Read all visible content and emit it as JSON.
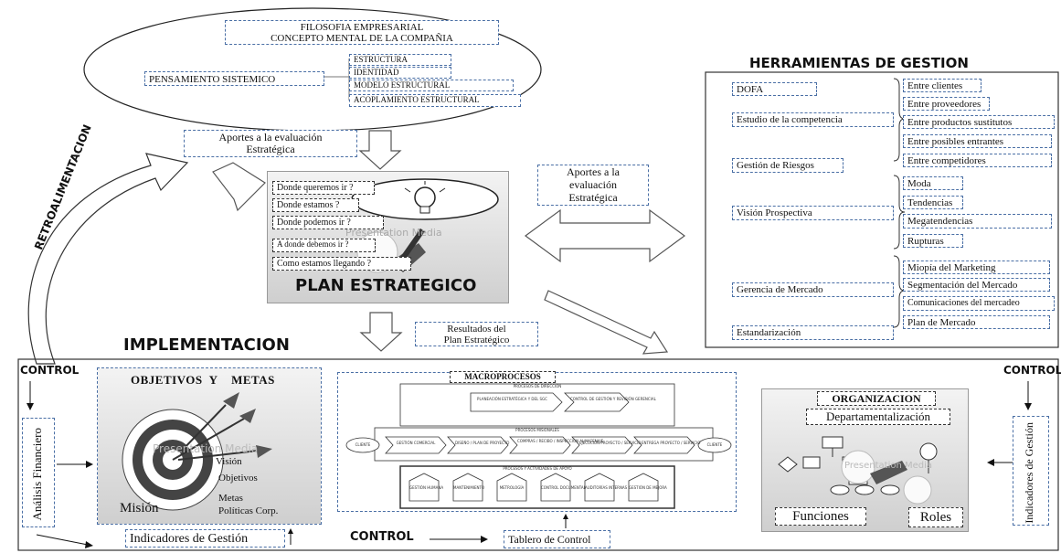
{
  "philosophy": {
    "title_line1": "FILOSOFIA EMPRESARIAL",
    "title_line2": "CONCEPTO MENTAL DE LA COMPAÑIA",
    "systemic": "PENSAMIENTO SISTEMICO",
    "items": [
      "ESTRUCTURA",
      "IDENTIDAD",
      "MODELO ESTRUCTURAL",
      "ACOPLAMIENTO ESTRUCTURAL"
    ]
  },
  "contributions_left": {
    "line1": "Aportes a la  evaluación",
    "line2": "Estratégica"
  },
  "contributions_right": {
    "line1": "Aportes a la",
    "line2": "evaluación",
    "line3": "Estratégica"
  },
  "feedback_label": "RETROALIMENTACION",
  "plan": {
    "title": "PLAN ESTRATEGICO",
    "questions": [
      "Donde queremos ir ?",
      "Donde estamos ?",
      "Donde podemos ir ?",
      "A donde debemos ir ?",
      "Como estamos llegando ?"
    ],
    "watermark": "Presentation Media"
  },
  "results": {
    "line1": "Resultados del",
    "line2": "Plan Estratégico"
  },
  "tools": {
    "title": "HERRAMIENTAS DE GESTION",
    "groups": [
      {
        "label": "DOFA",
        "subs": []
      },
      {
        "label": "Estudio de la competencia",
        "subs": [
          "Entre clientes",
          "Entre proveedores",
          "Entre productos sustitutos",
          "Entre posibles entrantes",
          "Entre competidores"
        ]
      },
      {
        "label": "Gestión de Riesgos",
        "subs": []
      },
      {
        "label": "Visión Prospectiva",
        "subs": [
          "Moda",
          "Tendencias",
          "Megatendencias",
          "Rupturas"
        ]
      },
      {
        "label": "Gerencia de Mercado",
        "subs": [
          "Miopía del Marketing",
          "Segmentación del Mercado",
          "Comunicaciones del mercadeo",
          "Plan de Mercado"
        ]
      },
      {
        "label": "Estandarización",
        "subs": []
      }
    ]
  },
  "implementation": {
    "title": "IMPLEMENTACION",
    "control_left": "CONTROL",
    "control_right": "CONTROL",
    "control_bottom": "CONTROL",
    "financial": "Análisis Financiero",
    "indicators_bottom": "Indicadores  de  Gestión",
    "indicators_right": "Indicadores de  Gestión",
    "dashboard": "Tablero de Control",
    "objectives": {
      "title": "OBJETIVOS  Y    METAS",
      "items": [
        "Visión",
        "Objetivos",
        "Misión",
        "Metas",
        "Políticas Corp."
      ],
      "watermark": "Presentation Media"
    },
    "macro": {
      "title": "MACROPROCESOS",
      "direction_title": "PROCESOS DE DIRECCIÓN",
      "direction_items": [
        "PLANEACIÓN ESTRATÉGICA Y DEL SGC",
        "CONTROL DE GESTIÓN Y REVISIÓN GERENCIAL"
      ],
      "mission_title": "PROCESOS MISIONALES",
      "client_in": "CLIENTE",
      "client_out": "CLIENTE",
      "mission_items": [
        "GESTIÓN COMERCIAL",
        "DISEÑO / PLAN DE PROYECTO",
        "COMPRAS / RECIBO / INSPECCIÓN ALMACENAJE",
        "EJECUCIÓN PROYECTO / SERVICIO",
        "ENTREGA PROYECTO / SERVICIO"
      ],
      "support_title": "PROCESOS Y ACTIVIDADES DE APOYO",
      "support_items": [
        "GESTIÓN HUMANA",
        "MANTENIMIENTO",
        "METROLOGÍA",
        "CONTROL DOCUMENTAL",
        "AUDITORÍAS INTERNAS",
        "GESTIÓN DE MEJORA"
      ]
    },
    "organization": {
      "title": "ORGANIZACION",
      "dept": "Departamentalización",
      "functions": "Funciones",
      "roles": "Roles",
      "watermark": "Presentation Media"
    }
  },
  "colors": {
    "box_border": "#4a6fa5",
    "arrow": "#555555",
    "panel_bg": "#d8d8d8"
  }
}
